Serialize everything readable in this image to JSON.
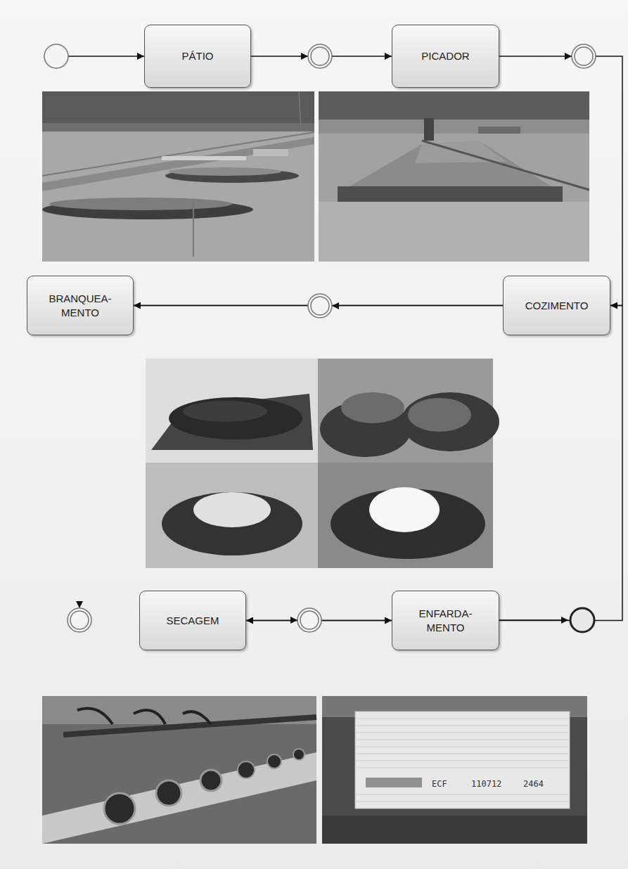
{
  "diagram": {
    "nodes": [
      {
        "text": [
          "PÁTIO"
        ]
      },
      {
        "text": [
          "PICADOR"
        ]
      },
      {
        "text": [
          "COZIMENTO"
        ]
      },
      {
        "text": [
          "BRANQUEA- MENTO"
        ]
      },
      {
        "text": [
          "SECAGEM"
        ]
      },
      {
        "text": [
          "ENFARDA- MENTO"
        ]
      }
    ],
    "edges": [
      {
        "from": 0,
        "to": 1,
        "arrow": "to"
      },
      {
        "from": 1,
        "to": 2,
        "arrow": "to"
      },
      {
        "from": 2,
        "to": 3,
        "arrow": "to"
      },
      {
        "from": 3,
        "to": 4,
        "arrow": "to"
      },
      {
        "from": 4,
        "to": 5,
        "arrow": "to"
      }
    ],
    "labels": [
      "ECF",
      "110712",
      "2464"
    ]
  }
}
